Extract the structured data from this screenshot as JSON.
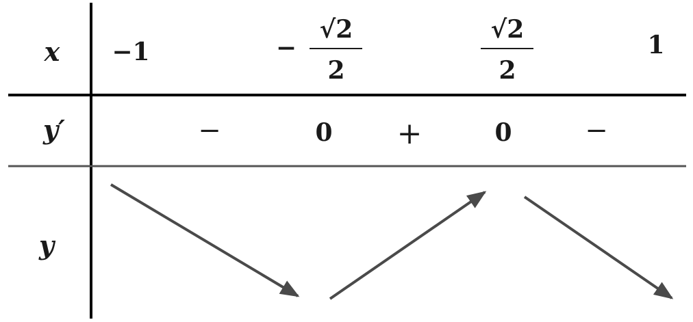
{
  "table": {
    "rows": {
      "x": "x",
      "dy": "y′",
      "y": "y"
    },
    "x_values": [
      {
        "type": "plain",
        "text": "−1"
      },
      {
        "type": "fraction",
        "sign": "−",
        "numerator": "√2",
        "denominator": "2"
      },
      {
        "type": "fraction",
        "sign": "",
        "numerator": "√2",
        "denominator": "2"
      },
      {
        "type": "plain",
        "text": "1"
      }
    ],
    "derivative": {
      "signs": [
        "−",
        "+",
        "−"
      ],
      "zeros": [
        "0",
        "0"
      ]
    },
    "variation": [
      "decreasing",
      "increasing",
      "decreasing"
    ]
  },
  "colors": {
    "rule_dark": "#000000",
    "rule_mid": "#555555",
    "arrow": "#4a4a4a",
    "text": "#1a1a1a"
  }
}
